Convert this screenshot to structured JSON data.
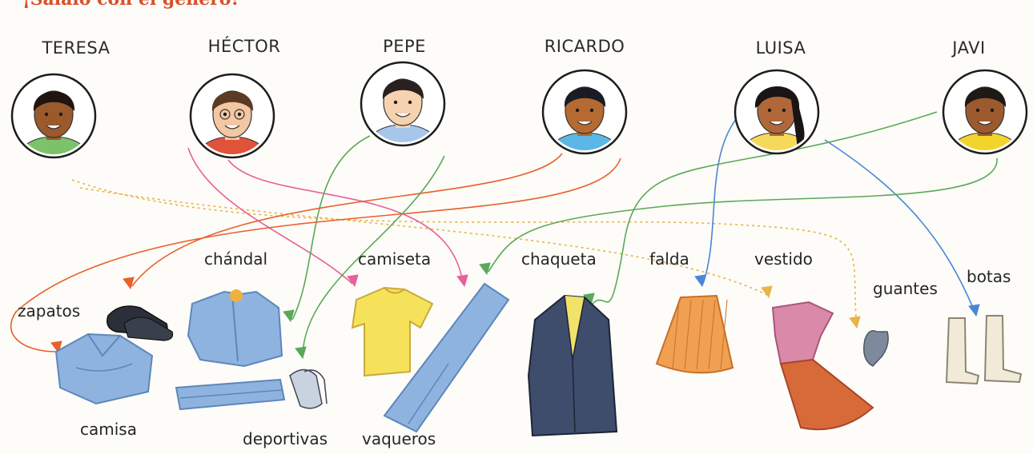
{
  "header": {
    "title_fragment": "¡Sálalo con el género!"
  },
  "people": [
    {
      "id": "teresa",
      "name": "TERESA",
      "skin": "#9a5a2c",
      "hair": "#1e1510",
      "shirt": "#7cc26a"
    },
    {
      "id": "hector",
      "name": "HÉCTOR",
      "skin": "#f3c7a3",
      "hair": "#5a3b25",
      "shirt": "#e0533a"
    },
    {
      "id": "pepe",
      "name": "PEPE",
      "skin": "#f6d2b0",
      "hair": "#2b2020",
      "shirt": "#a7c7ea"
    },
    {
      "id": "ricardo",
      "name": "RICARDO",
      "skin": "#b46a30",
      "hair": "#1b1b25",
      "shirt": "#5cb7e6"
    },
    {
      "id": "luisa",
      "name": "LUISA",
      "skin": "#b0683a",
      "hair": "#1a1414",
      "shirt": "#f5d95a"
    },
    {
      "id": "javi",
      "name": "JAVI",
      "skin": "#9c5a2e",
      "hair": "#1e1a14",
      "shirt": "#f2d42d"
    }
  ],
  "clothing_words": [
    {
      "id": "zapatos",
      "label": "zapatos"
    },
    {
      "id": "chandal",
      "label": "chándal"
    },
    {
      "id": "camiseta",
      "label": "camiseta"
    },
    {
      "id": "chaqueta",
      "label": "chaqueta"
    },
    {
      "id": "falda",
      "label": "falda"
    },
    {
      "id": "vestido",
      "label": "vestido"
    },
    {
      "id": "guantes",
      "label": "guantes"
    },
    {
      "id": "botas",
      "label": "botas"
    },
    {
      "id": "camisa",
      "label": "camisa"
    },
    {
      "id": "deportivas",
      "label": "deportivas"
    },
    {
      "id": "vaqueros",
      "label": "vaqueros"
    }
  ],
  "connections": [
    {
      "from": "teresa",
      "to": "guantes",
      "color": "#e8b34a",
      "style": "dotted"
    },
    {
      "from": "teresa",
      "to": "vestido",
      "color": "#e8b34a",
      "style": "dotted"
    },
    {
      "from": "hector",
      "to": "camiseta",
      "color": "#e7609a",
      "style": "solid"
    },
    {
      "from": "hector",
      "to": "vaqueros",
      "color": "#e7609a",
      "style": "solid"
    },
    {
      "from": "pepe",
      "to": "chandal",
      "color": "#5aa85a",
      "style": "solid"
    },
    {
      "from": "pepe",
      "to": "deportivas",
      "color": "#5aa85a",
      "style": "solid"
    },
    {
      "from": "ricardo",
      "to": "zapatos",
      "color": "#e8602c",
      "style": "solid"
    },
    {
      "from": "ricardo",
      "to": "camisa",
      "color": "#e8602c",
      "style": "solid"
    },
    {
      "from": "luisa",
      "to": "falda",
      "color": "#4a86d8",
      "style": "solid"
    },
    {
      "from": "luisa",
      "to": "botas",
      "color": "#4a86d8",
      "style": "solid"
    },
    {
      "from": "javi",
      "to": "chaqueta",
      "color": "#5aa85a",
      "style": "solid"
    },
    {
      "from": "javi",
      "to": "vaqueros",
      "color": "#5aa85a",
      "style": "solid"
    }
  ],
  "colors": {
    "title": "#d9502b",
    "denim": "#8fb3df",
    "denim_dark": "#5d86bb",
    "tshirt": "#f6e25a",
    "blazer": "#3e4d6b",
    "skirt": "#f0a050",
    "dress": "#d98aa8",
    "dress_skirt": "#d86a3a",
    "boots": "#f1ead8",
    "gloves": "#7d8a9c",
    "shoes": "#2b2f3a"
  }
}
